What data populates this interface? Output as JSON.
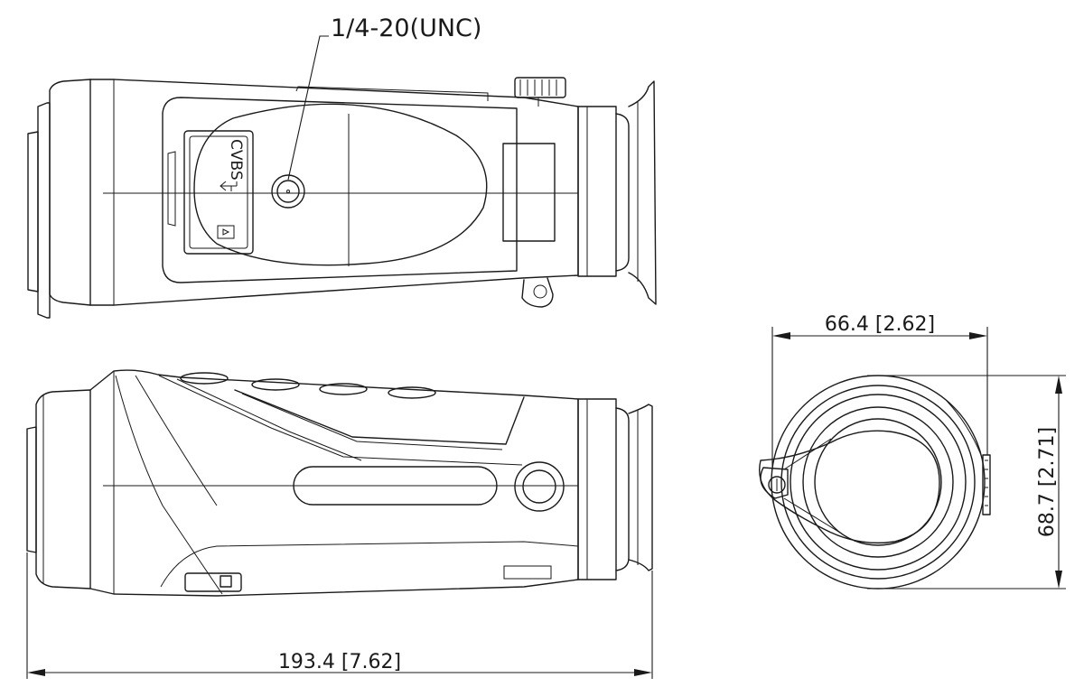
{
  "drawing": {
    "thread_callout": "1/4-20(UNC)",
    "length_dim": "193.4 [7.62]",
    "width_dim": "66.4 [2.62]",
    "height_dim": "68.7 [2.71]",
    "port_label_cvbs": "CVBS"
  }
}
